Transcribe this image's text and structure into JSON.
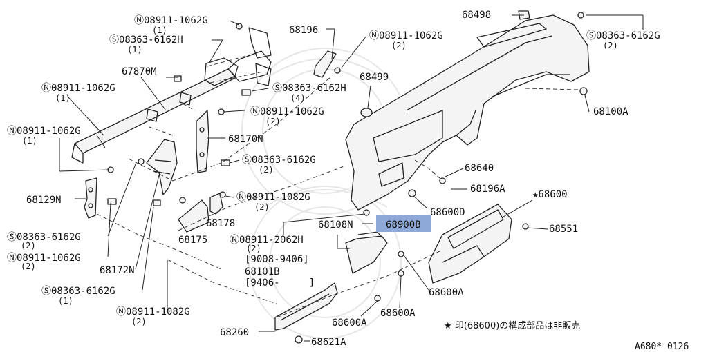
{
  "labels": {
    "n_08911_1062g_top": "Ⓝ08911-1062G",
    "n_08911_1062g_top_qty": "(1)",
    "s_08363_6162h_top": "Ⓢ08363-6162H",
    "s_08363_6162h_top_qty": "(1)",
    "p67870m": "67870M",
    "n_08911_1062g_left1": "Ⓝ08911-1062G",
    "n_08911_1062g_left1_qty": "(1)",
    "n_08911_1062g_left2": "Ⓝ08911-1062G",
    "n_08911_1062g_left2_qty": "(1)",
    "p68129n": "68129N",
    "s_08363_6162g_left": "Ⓢ08363-6162G",
    "s_08363_6162g_left_qty": "(2)",
    "n_08911_1062g_left3": "Ⓝ08911-1062G",
    "n_08911_1062g_left3_qty": "(2)",
    "p68172n": "68172N",
    "s_08363_6162g_bottom": "Ⓢ08363-6162G",
    "s_08363_6162g_bottom_qty": "(1)",
    "n_08911_1082g_bottom": "Ⓝ08911-1082G",
    "n_08911_1082g_bottom_qty": "(2)",
    "p68260": "68260",
    "p68621a": "68621A",
    "p68196": "68196",
    "n_08911_1062g_mid": "Ⓝ08911-1062G",
    "n_08911_1062g_mid_qty": "(2)",
    "s_08363_6162h_mid": "Ⓢ08363-6162H",
    "s_08363_6162h_mid_qty": "(4)",
    "n_08911_1062g_mid2": "Ⓝ08911-1062G",
    "n_08911_1062g_mid2_qty": "(2)",
    "p68170n": "68170N",
    "s_08363_6162g_mid": "Ⓢ08363-6162G",
    "s_08363_6162g_mid_qty": "(2)",
    "n_08911_1082g_mid": "Ⓝ08911-1082G",
    "n_08911_1082g_mid_qty": "(2)",
    "p68178": "68178",
    "p68175": "68175",
    "n_08911_2062h": "Ⓝ08911-2062H",
    "n_08911_2062h_qty": "(2)",
    "date_range_1": "[9008-9406]",
    "p68101b": "68101B",
    "date_range_2": "[9406-     ]",
    "p68108n": "68108N",
    "p68900b": "68900B",
    "p68498": "68498",
    "s_08363_6162g_top_right": "Ⓢ08363-6162G",
    "s_08363_6162g_top_right_qty": "(2)",
    "p68499": "68499",
    "p68100a": "68100A",
    "p68640": "68640",
    "p68196a": "68196A",
    "p68600d": "68600D",
    "p68600_star": "★68600",
    "p68551": "68551",
    "p68600a_1": "68600A",
    "p68600a_2": "68600A",
    "p68600a_3": "68600A",
    "note": "★ 印(68600)の構成部品は非販売",
    "diagram_code": "A680* 0126"
  },
  "colors": {
    "highlight": "#8ea8d8",
    "ink": "#111111",
    "watermark": "#e6e6e6"
  }
}
